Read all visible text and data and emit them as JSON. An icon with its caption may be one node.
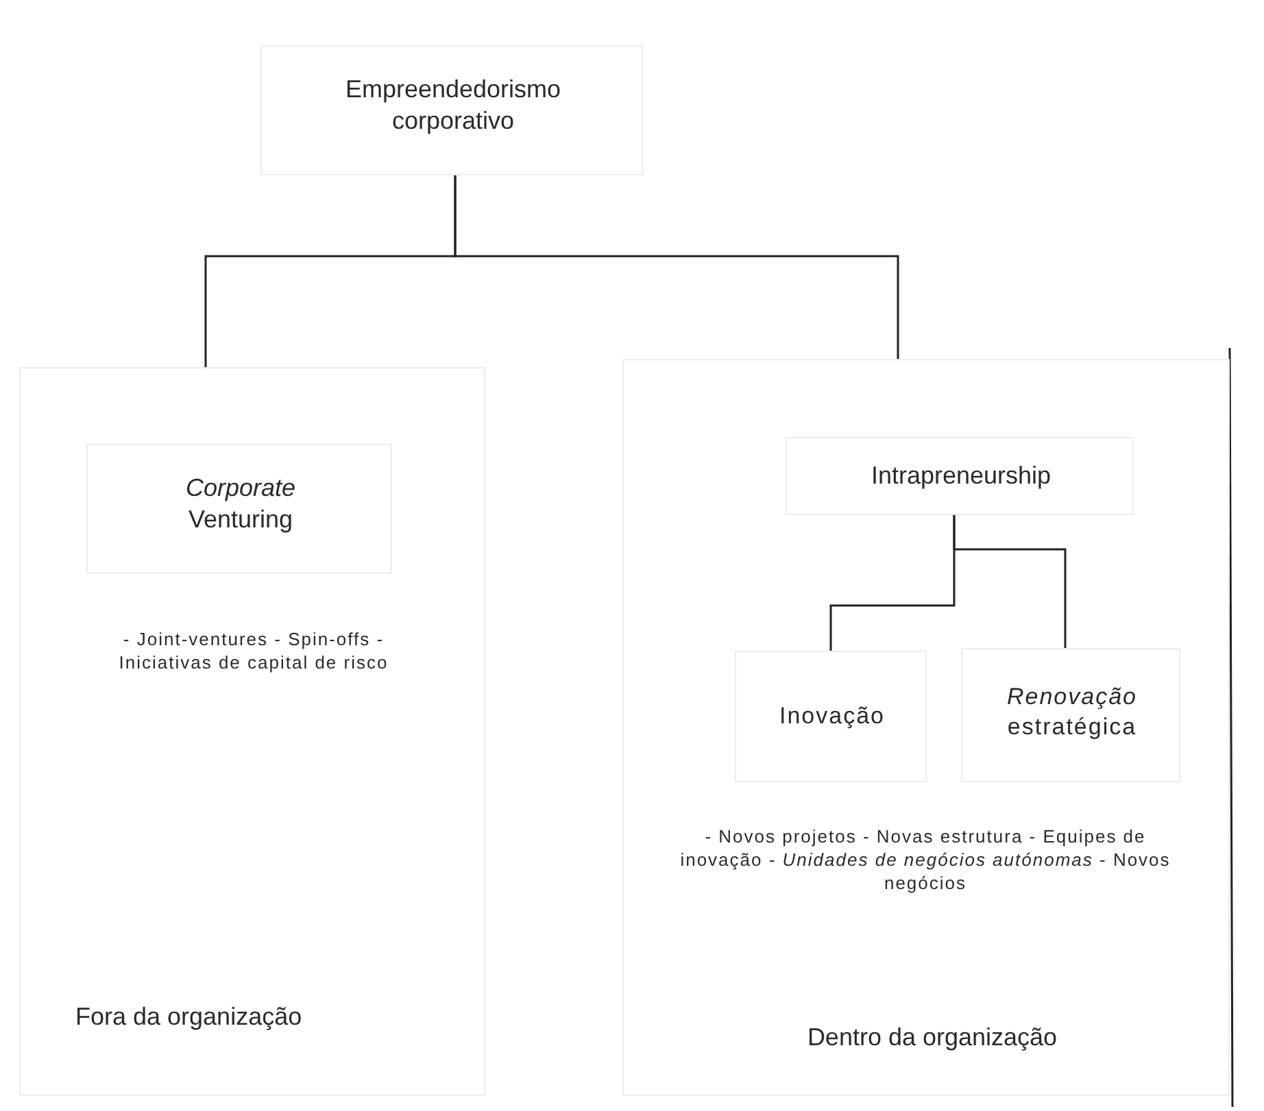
{
  "diagram": {
    "nodes": [
      {
        "text": [
          "Empreendedorismo corporativo"
        ]
      },
      {
        "text": [
          "- Joint-ventures - Spin-offs - Iniciativas de capital de risco",
          "Fora da organização"
        ]
      },
      {
        "text": [
          "*Corporate* Venturing"
        ],
        "in": 1
      },
      {
        "text": [
          "- Novos projetos - Novas estrutura - Equipes de inovação - *Unidades de negócios autónomas* - Novos negócios",
          "Dentro da organização"
        ]
      },
      {
        "text": [
          "Intrapreneurship"
        ],
        "in": 3
      },
      {
        "text": [
          "Inovação"
        ],
        "in": 3
      },
      {
        "text": [
          "*Renovação* estratégica"
        ],
        "in": 3
      }
    ],
    "edges": [
      {
        "from": 0,
        "to": 1,
        "arrow": "none"
      },
      {
        "from": 0,
        "to": 3,
        "arrow": "none"
      },
      {
        "from": 4,
        "to": 5,
        "arrow": "none"
      },
      {
        "from": 4,
        "to": 6,
        "arrow": "none"
      }
    ]
  }
}
